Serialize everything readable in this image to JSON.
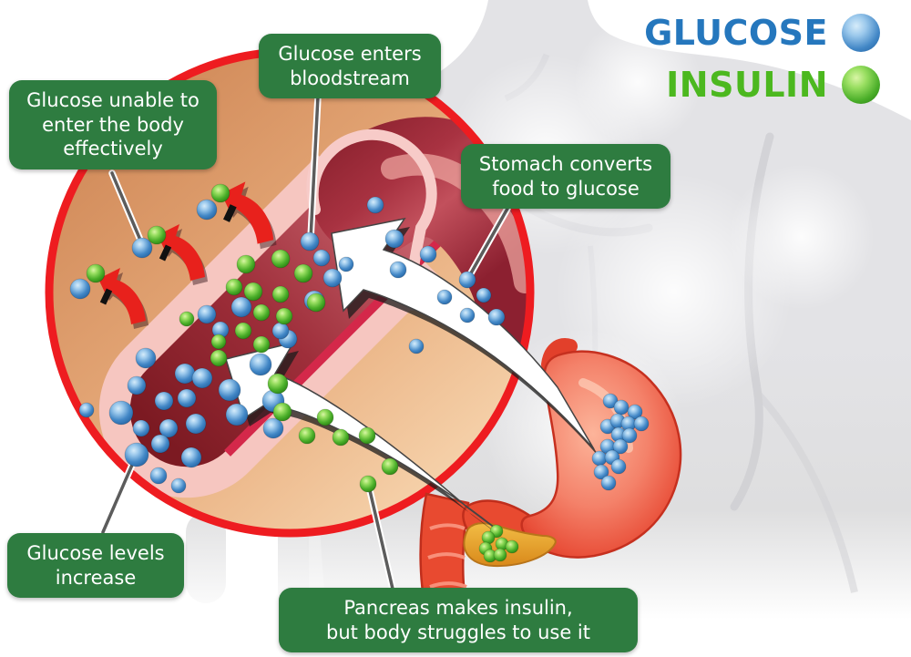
{
  "legend": {
    "glucose_label": "GLUCOSE",
    "insulin_label": "INSULIN",
    "glucose_color": "#2577bd",
    "insulin_color": "#4cb81f"
  },
  "colors": {
    "callout_bg": "#2e7c40",
    "magnifier_ring": "#ee1c20",
    "glucose_particle": "#4287c6",
    "insulin_particle": "#4aae29",
    "vessel_lumen": "#9e2e3a",
    "vessel_wall_pink": "#f6c6c0",
    "tissue": "#e8ad7d"
  },
  "callouts": {
    "unable": {
      "lines": [
        "Glucose unable to",
        "enter the body",
        "effectively"
      ]
    },
    "enters": {
      "lines": [
        "Glucose enters",
        "bloodstream"
      ]
    },
    "stomach": {
      "lines": [
        "Stomach converts",
        "food to glucose"
      ]
    },
    "levels": {
      "lines": [
        "Glucose levels",
        "increase"
      ]
    },
    "pancreas": {
      "lines": [
        "Pancreas makes insulin,",
        "but body struggles to use it"
      ]
    }
  },
  "particles": {
    "lumen_glucose": [
      [
        160,
        393,
        11
      ],
      [
        150,
        423,
        10
      ],
      [
        180,
        440,
        10
      ],
      [
        203,
        410,
        11
      ],
      [
        205,
        437,
        10
      ],
      [
        222,
        415,
        11
      ],
      [
        252,
        428,
        12
      ],
      [
        227,
        345,
        10
      ],
      [
        242,
        362,
        9
      ],
      [
        265,
        337,
        11
      ],
      [
        286,
        400,
        12
      ],
      [
        300,
        440,
        12
      ],
      [
        316,
        372,
        10
      ],
      [
        308,
        363,
        9
      ],
      [
        345,
        330,
        11
      ],
      [
        353,
        283,
        9
      ],
      [
        365,
        305,
        10
      ],
      [
        380,
        290,
        8
      ],
      [
        340,
        265,
        10
      ],
      [
        155,
        470,
        9
      ],
      [
        185,
        470,
        10
      ],
      [
        215,
        465,
        11
      ],
      [
        260,
        455,
        12
      ],
      [
        300,
        470,
        11
      ]
    ],
    "lumen_insulin": [
      [
        270,
        290,
        10
      ],
      [
        308,
        284,
        10
      ],
      [
        333,
        300,
        10
      ],
      [
        257,
        315,
        9
      ],
      [
        278,
        320,
        10
      ],
      [
        308,
        323,
        9
      ],
      [
        347,
        332,
        10
      ],
      [
        287,
        343,
        9
      ],
      [
        312,
        347,
        9
      ],
      [
        267,
        363,
        9
      ],
      [
        240,
        375,
        8
      ],
      [
        205,
        350,
        8
      ],
      [
        240,
        393,
        9
      ],
      [
        287,
        378,
        9
      ]
    ],
    "tissue_glucose": [
      [
        95,
        450,
        8
      ],
      [
        133,
        453,
        13
      ],
      [
        150,
        499,
        13
      ],
      [
        176,
        487,
        10
      ],
      [
        210,
        502,
        11
      ],
      [
        174,
        522,
        9
      ],
      [
        196,
        533,
        8
      ]
    ],
    "pair_glucose": [
      [
        88,
        317,
        11
      ],
      [
        156,
        272,
        11
      ],
      [
        227,
        230,
        11
      ]
    ],
    "pair_insulin": [
      [
        105,
        300,
        10
      ],
      [
        172,
        258,
        10
      ],
      [
        242,
        212,
        10
      ]
    ],
    "arrow_stomach_glucose": [
      [
        412,
        225,
        9
      ],
      [
        433,
        262,
        10
      ],
      [
        437,
        296,
        9
      ],
      [
        470,
        279,
        9
      ],
      [
        488,
        326,
        8
      ],
      [
        513,
        307,
        9
      ],
      [
        531,
        324,
        8
      ],
      [
        457,
        380,
        8
      ],
      [
        513,
        346,
        8
      ],
      [
        545,
        348,
        9
      ]
    ],
    "arrow_pancreas_insulin": [
      [
        305,
        421,
        11
      ],
      [
        310,
        452,
        10
      ],
      [
        337,
        478,
        9
      ],
      [
        357,
        458,
        9
      ],
      [
        374,
        480,
        9
      ],
      [
        403,
        478,
        9
      ],
      [
        428,
        512,
        9
      ],
      [
        404,
        531,
        9
      ]
    ],
    "stomach_glucose": [
      [
        670,
        440,
        8
      ],
      [
        682,
        447,
        8
      ],
      [
        697,
        452,
        8
      ],
      [
        667,
        468,
        8
      ],
      [
        678,
        462,
        8
      ],
      [
        690,
        465,
        8
      ],
      [
        704,
        465,
        8
      ],
      [
        679,
        477,
        8
      ],
      [
        691,
        478,
        8
      ],
      [
        667,
        490,
        8
      ],
      [
        681,
        490,
        8
      ],
      [
        658,
        503,
        8
      ],
      [
        672,
        502,
        8
      ],
      [
        679,
        512,
        8
      ],
      [
        660,
        518,
        8
      ],
      [
        668,
        530,
        8
      ]
    ],
    "pancreas_insulin": [
      [
        545,
        583,
        7
      ],
      [
        536,
        590,
        7
      ],
      [
        551,
        597,
        7
      ],
      [
        533,
        602,
        7
      ],
      [
        562,
        600,
        7
      ],
      [
        538,
        610,
        7
      ],
      [
        549,
        609,
        7
      ]
    ]
  }
}
